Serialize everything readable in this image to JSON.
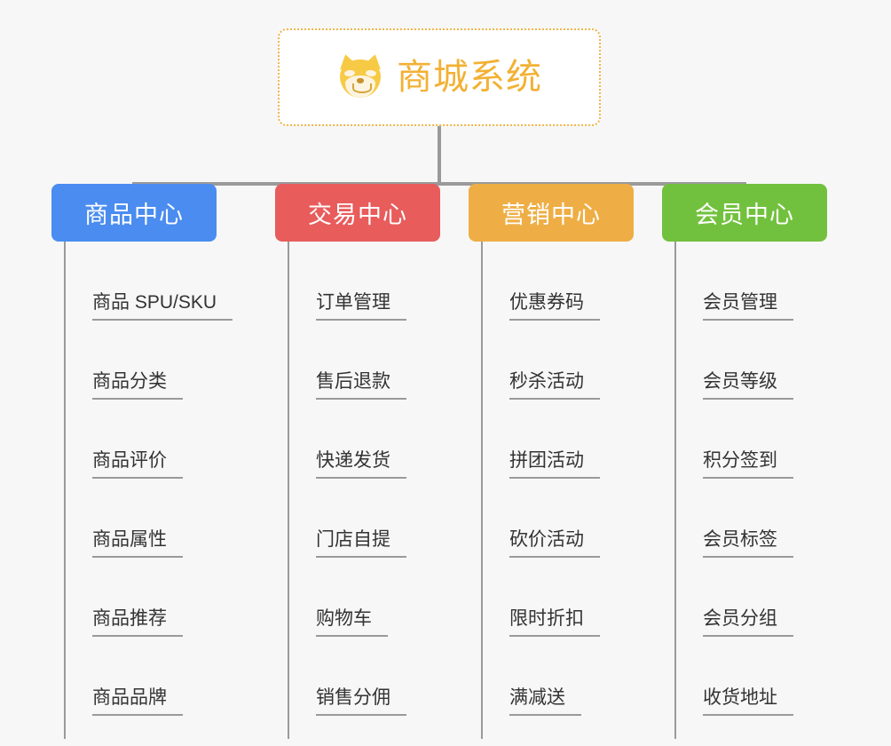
{
  "root": {
    "title": "商城系统",
    "icon": "shiba-dog-icon",
    "border_color": "#f0b44a",
    "text_color": "#f2b134",
    "background": "#ffffff"
  },
  "canvas": {
    "background": "#f7f7f7",
    "connector_color": "#9a9a9a"
  },
  "branches": [
    {
      "title": "商品中心",
      "color": "#4a8cf0",
      "items": [
        "商品 SPU/SKU",
        "商品分类",
        "商品评价",
        "商品属性",
        "商品推荐",
        "商品品牌"
      ]
    },
    {
      "title": "交易中心",
      "color": "#e85c5c",
      "items": [
        "订单管理",
        "售后退款",
        "快递发货",
        "门店自提",
        "购物车",
        "销售分佣"
      ]
    },
    {
      "title": "营销中心",
      "color": "#eeae45",
      "items": [
        "优惠券码",
        "秒杀活动",
        "拼团活动",
        "砍价活动",
        "限时折扣",
        "满减送"
      ]
    },
    {
      "title": "会员中心",
      "color": "#72c13e",
      "items": [
        "会员管理",
        "会员等级",
        "积分签到",
        "会员标签",
        "会员分组",
        "收货地址"
      ]
    }
  ]
}
